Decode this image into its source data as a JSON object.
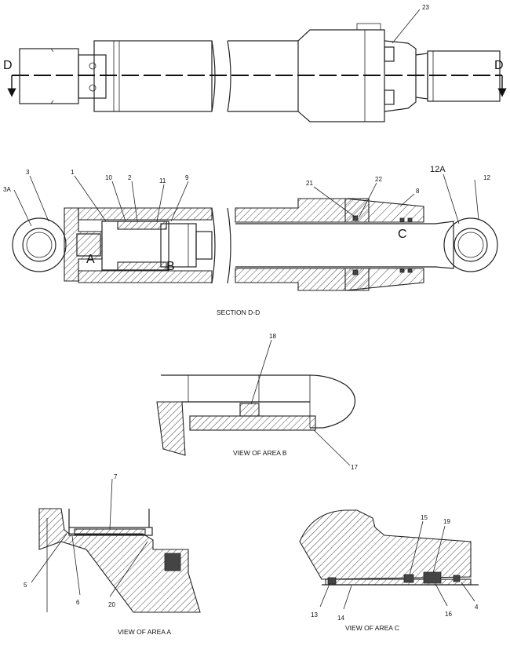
{
  "section_labels": {
    "top_left": "D",
    "top_right": "D"
  },
  "area_labels": {
    "a": "A",
    "b": "B",
    "c": "C"
  },
  "callouts": {
    "c23": "23",
    "c3a": "3A",
    "c3": "3",
    "c1": "1",
    "c10": "10",
    "c2": "2",
    "c11": "11",
    "c9": "9",
    "c21": "21",
    "c22": "22",
    "c8": "8",
    "c12a": "12A",
    "c12": "12",
    "c18": "18",
    "c17": "17",
    "c7": "7",
    "c5": "5",
    "c6": "6",
    "c20": "20",
    "c15": "15",
    "c19": "19",
    "c13": "13",
    "c14": "14",
    "c16": "16",
    "c4": "4"
  },
  "captions": {
    "section": "SECTION D-D",
    "view_b": "VIEW OF AREA B",
    "view_a": "VIEW OF AREA A",
    "view_c": "VIEW OF AREA C"
  }
}
